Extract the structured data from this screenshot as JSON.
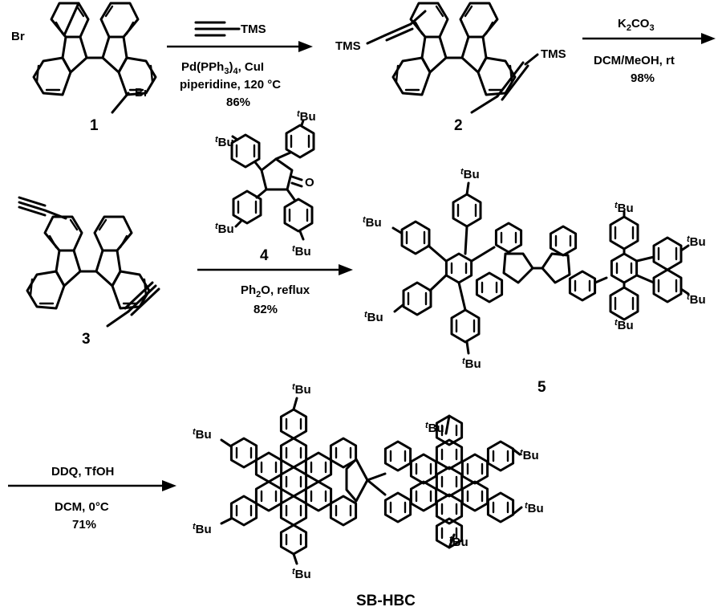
{
  "compounds": {
    "c1": "1",
    "c2": "2",
    "c3": "3",
    "c4": "4",
    "c5": "5",
    "final": "SB-HBC"
  },
  "substituents": {
    "bromo": "Br",
    "tms": "TMS",
    "oxo": "O",
    "tert_prefix": "t",
    "butyl": "Bu"
  },
  "step1": {
    "reagent_tail": "TMS",
    "catalyst_a": "Pd(PPh",
    "catalyst_sub": "3",
    "catalyst_b": ")",
    "catalyst_sub2": "4",
    "catalyst_c": ", CuI",
    "conditions": "piperidine, 120 °C",
    "yield": "86%"
  },
  "step2": {
    "reagent_a": "K",
    "reagent_sub1": "2",
    "reagent_b": "CO",
    "reagent_sub2": "3",
    "solvent": "DCM/MeOH, rt",
    "yield": "98%"
  },
  "step3": {
    "reagent": "4",
    "solvent_a": "Ph",
    "solvent_sub": "2",
    "solvent_b": "O, reflux",
    "yield": "82%"
  },
  "step4": {
    "reagent": "DDQ, TfOH",
    "conditions": "DCM, 0°C",
    "yield": "71%"
  }
}
